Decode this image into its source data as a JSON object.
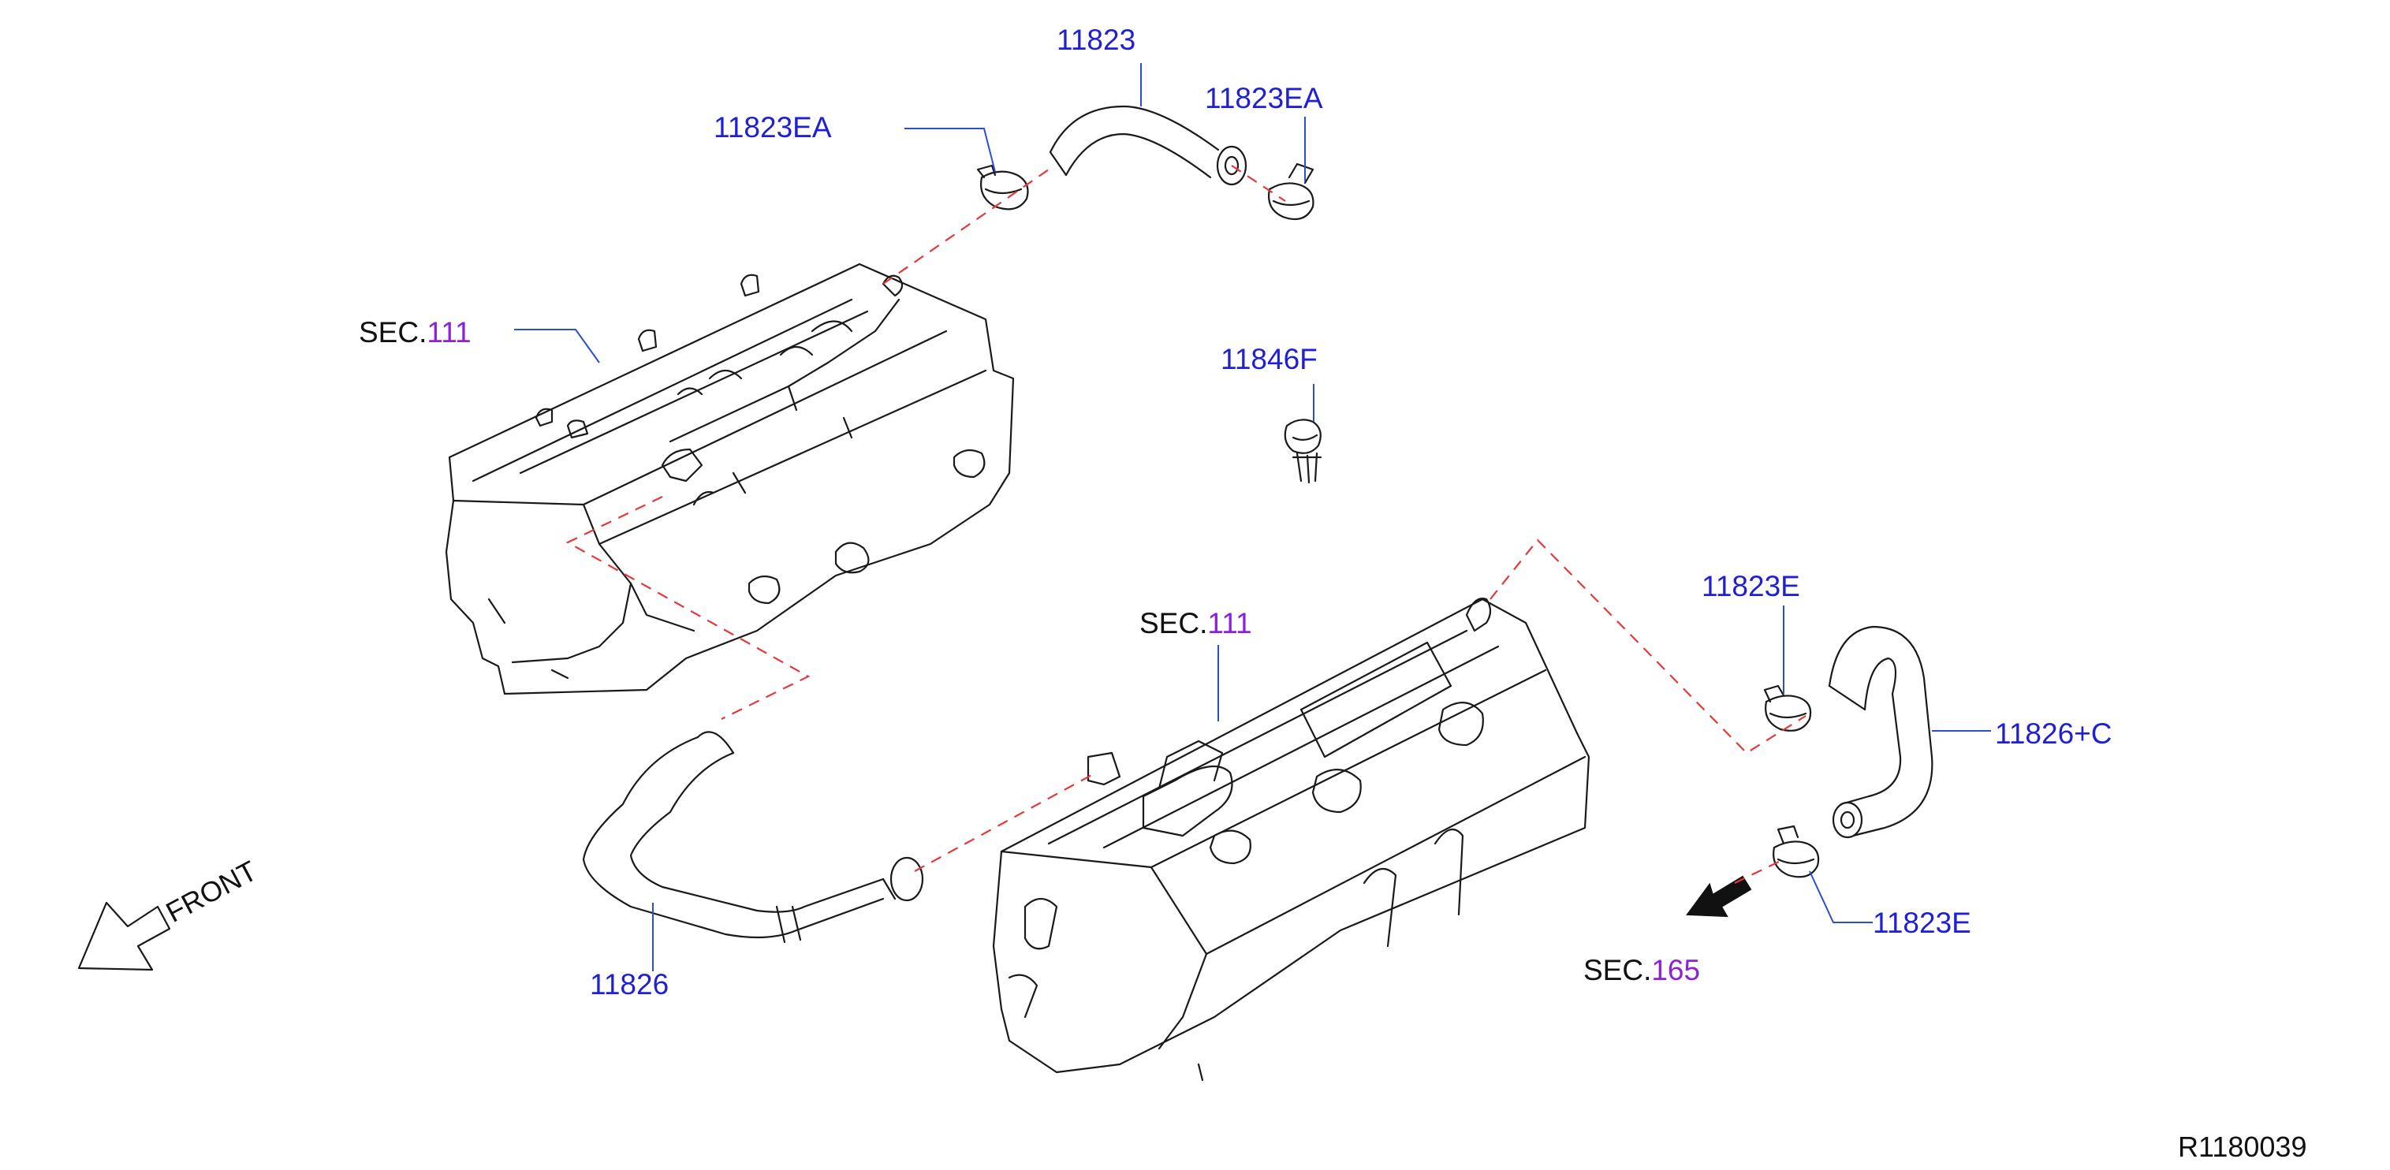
{
  "colors": {
    "part_number": "#1f1fd6",
    "section_number": "#8c22d8",
    "section_prefix": "#111111",
    "leader_line": "#2a4fd0",
    "dash_line": "#e23a3a",
    "ink": "#1a1a1a"
  },
  "labels": {
    "hose_top": "11823",
    "clamp_top_left": "11823EA",
    "clamp_top_right": "11823EA",
    "clip": "11846F",
    "sec_left_prefix": "SEC.",
    "sec_left_number": "111",
    "sec_right_prefix": "SEC.",
    "sec_right_number": "111",
    "clamp_right_upper": "11823E",
    "hose_right": "11826+C",
    "clamp_right_lower": "11823E",
    "sec_bottom_prefix": "SEC.",
    "sec_bottom_number": "165",
    "hose_bottom": "11826",
    "front": "FRONT",
    "ref_code": "R1180039"
  },
  "icons": {
    "front_arrow": "front-arrow-icon",
    "direction_arrow": "direction-arrow-icon"
  }
}
